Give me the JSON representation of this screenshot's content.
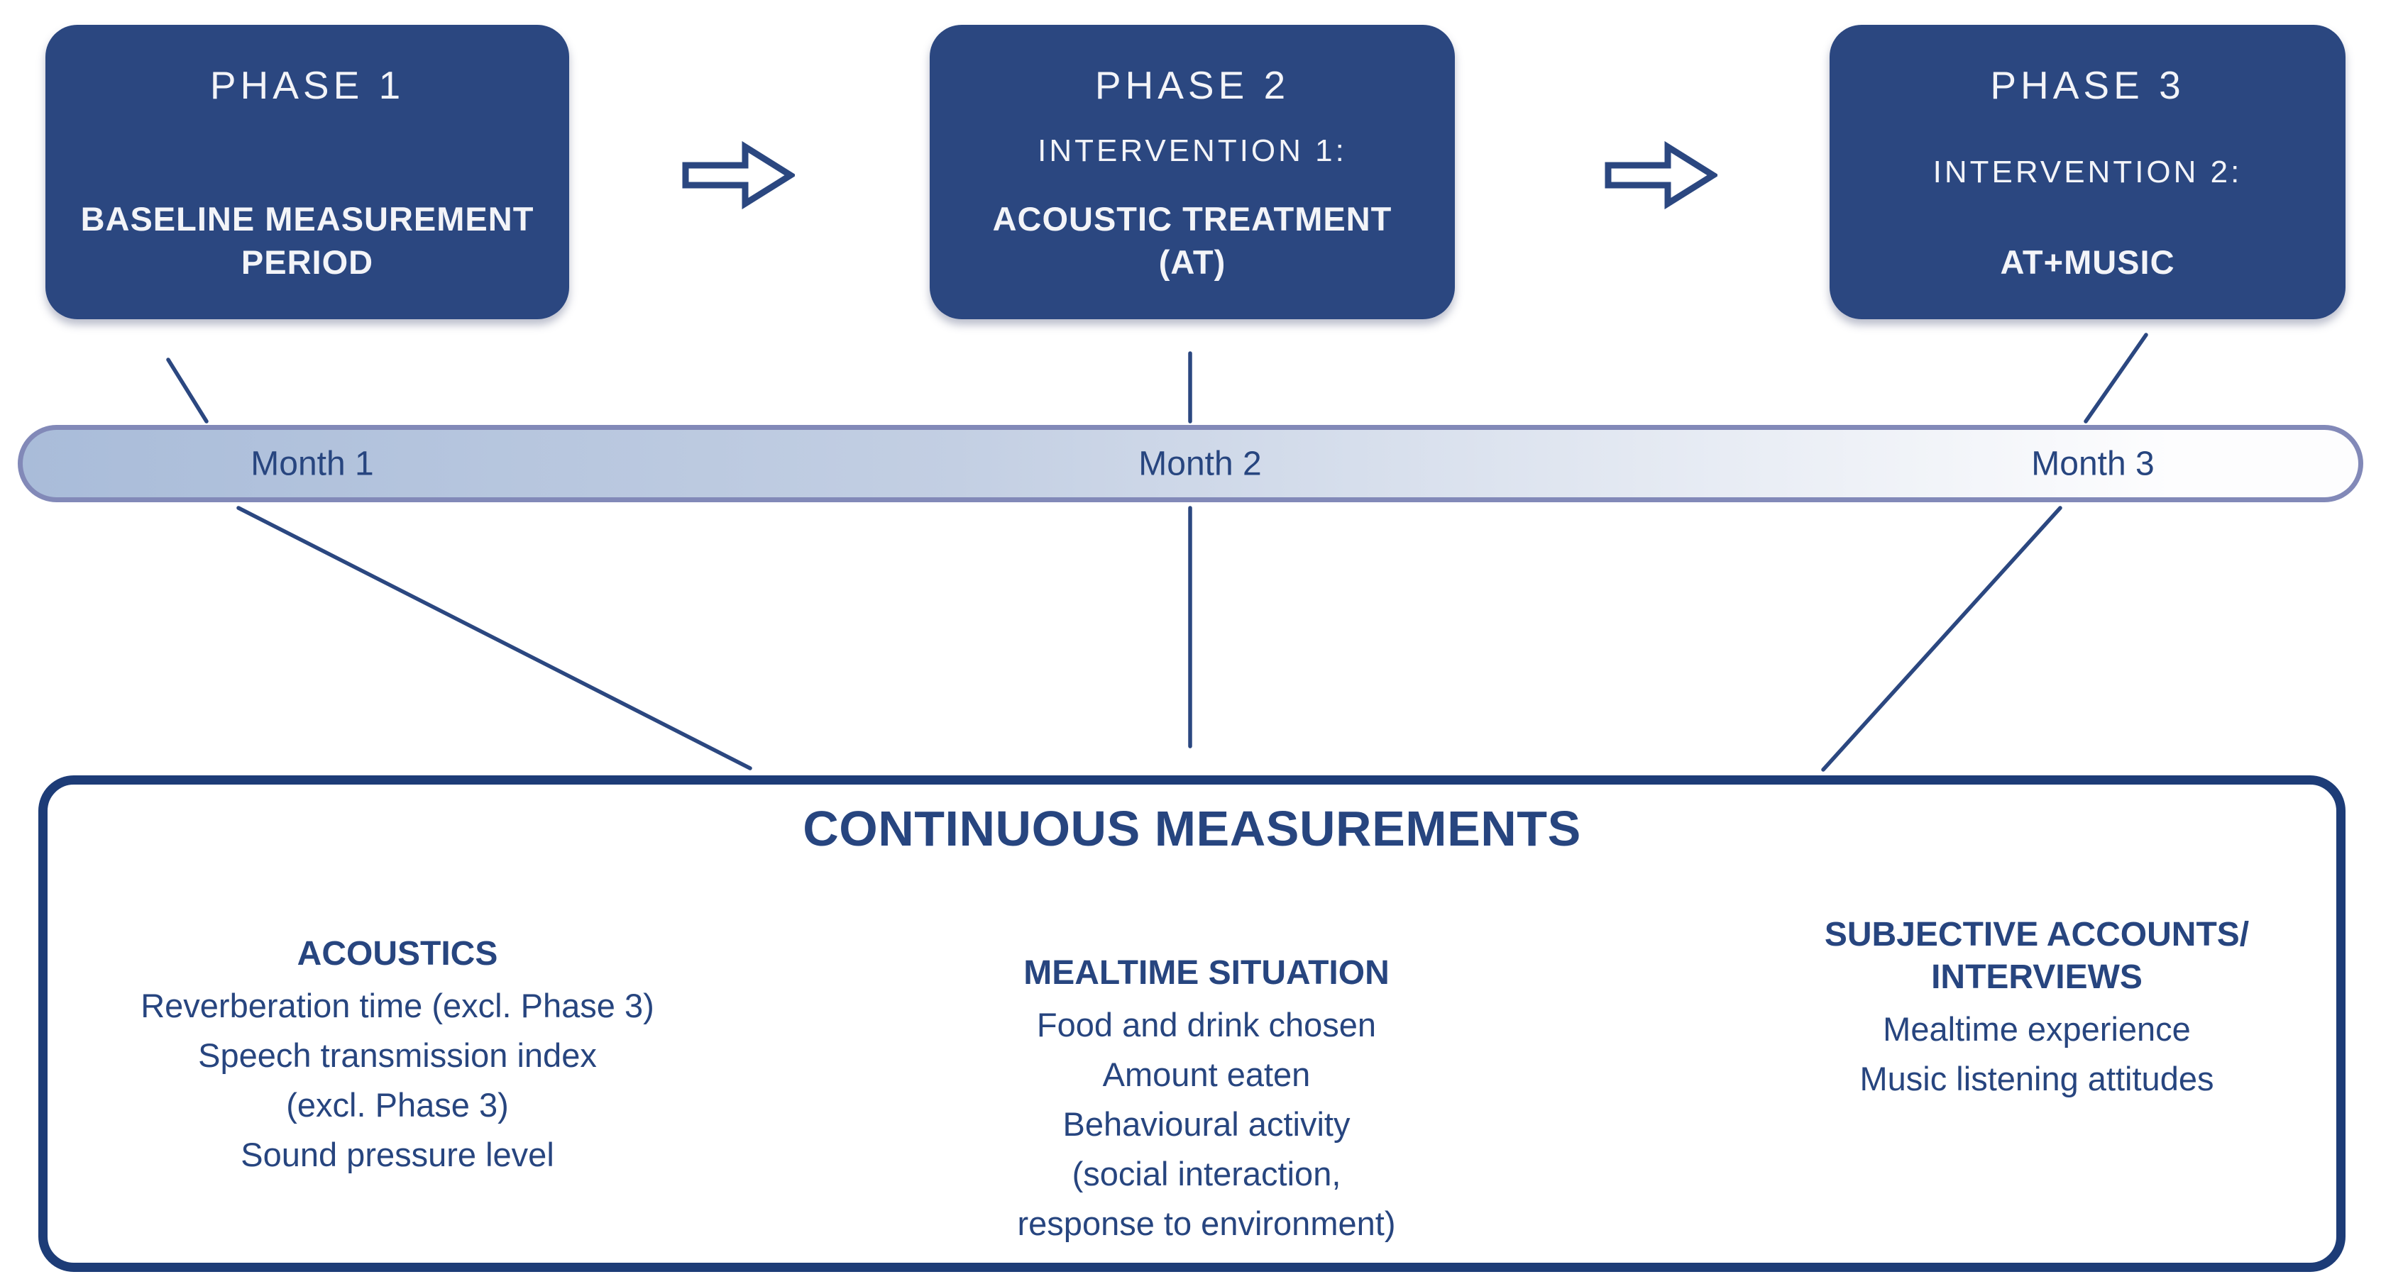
{
  "colors": {
    "navy-text": "#27457f",
    "box-fill": "#2b4780",
    "box-text": "#f3f4f8",
    "line": "#2b4780",
    "bar-border": "#8289b8",
    "bar-fill-left": "#a9bcd9",
    "bar-fill-mid": "#c3cfe3",
    "bar-fill-right": "#fdfdfe",
    "outer-border": "#1d3c77"
  },
  "phases": [
    {
      "title": "PHASE 1",
      "subtitle": "",
      "body": "BASELINE MEASUREMENT\nPERIOD"
    },
    {
      "title": "PHASE 2",
      "subtitle": "INTERVENTION 1:",
      "body": "ACOUSTIC TREATMENT\n(AT)"
    },
    {
      "title": "PHASE 3",
      "subtitle": "INTERVENTION 2:",
      "body": "AT+MUSIC"
    }
  ],
  "timeline": {
    "months": [
      "Month 1",
      "Month 2",
      "Month 3"
    ]
  },
  "continuous": {
    "title": "CONTINUOUS MEASUREMENTS",
    "columns": [
      {
        "header": "ACOUSTICS",
        "items": [
          "Reverberation time (excl. Phase 3)",
          "Speech transmission index",
          "(excl. Phase 3)",
          "Sound pressure level"
        ]
      },
      {
        "header": "MEALTIME SITUATION",
        "items": [
          "Food and drink chosen",
          "Amount eaten",
          "Behavioural activity",
          "(social interaction,",
          "response to environment)"
        ]
      },
      {
        "header": "SUBJECTIVE ACCOUNTS/\nINTERVIEWS",
        "items": [
          "Mealtime experience",
          "Music listening attitudes"
        ]
      }
    ]
  }
}
